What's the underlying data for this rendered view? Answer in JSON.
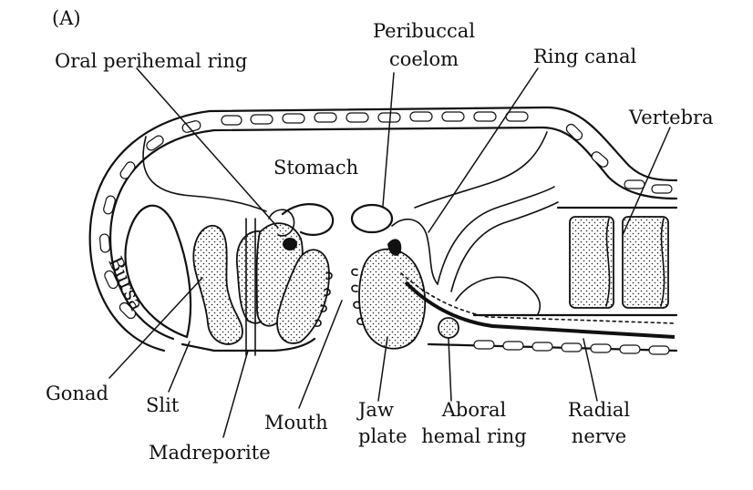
{
  "panel_label": "(A)",
  "labels": {
    "oral_perihemal_ring": "Oral perihemal ring",
    "peribuccal_coelom_1": "Peribuccal",
    "peribuccal_coelom_2": "coelom",
    "ring_canal": "Ring canal",
    "vertebra": "Vertebra",
    "stomach": "Stomach",
    "bursa": "Bursa",
    "gonad": "Gonad",
    "slit": "Slit",
    "madreporite": "Madreporite",
    "mouth": "Mouth",
    "jaw_plate_1": "Jaw",
    "jaw_plate_2": "plate",
    "aboral_hemal_ring_1": "Aboral",
    "aboral_hemal_ring_2": "hemal ring",
    "radial_nerve_1": "Radial",
    "radial_nerve_2": "nerve"
  }
}
